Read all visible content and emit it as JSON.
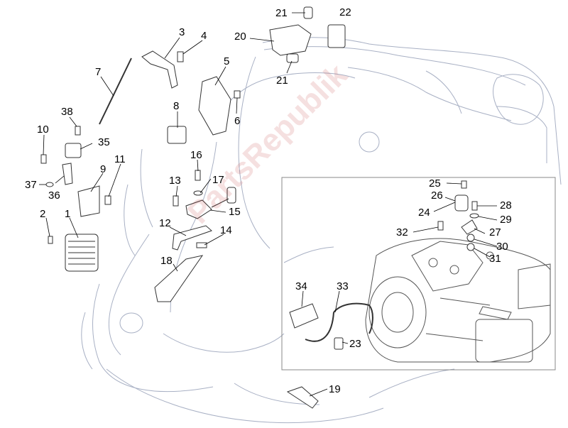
{
  "watermark": "PartsRepublik",
  "colors": {
    "line": "#000000",
    "frame_faded": "#9aa4b8",
    "watermark": "#c85050"
  },
  "labels": {
    "n1": "1",
    "n2": "2",
    "n3": "3",
    "n4": "4",
    "n5": "5",
    "n6": "6",
    "n7": "7",
    "n8": "8",
    "n9": "9",
    "n10": "10",
    "n11": "11",
    "n12": "12",
    "n13": "13",
    "n14": "14",
    "n15": "15",
    "n16": "16",
    "n17": "17",
    "n18": "18",
    "n19": "19",
    "n20": "20",
    "n21a": "21",
    "n21b": "21",
    "n22": "22",
    "n23": "23",
    "n24": "24",
    "n25": "25",
    "n26": "26",
    "n27": "27",
    "n28": "28",
    "n29": "29",
    "n30": "30",
    "n31": "31",
    "n32": "32",
    "n33": "33",
    "n34": "34",
    "n35": "35",
    "n36": "36",
    "n37": "37",
    "n38": "38"
  }
}
